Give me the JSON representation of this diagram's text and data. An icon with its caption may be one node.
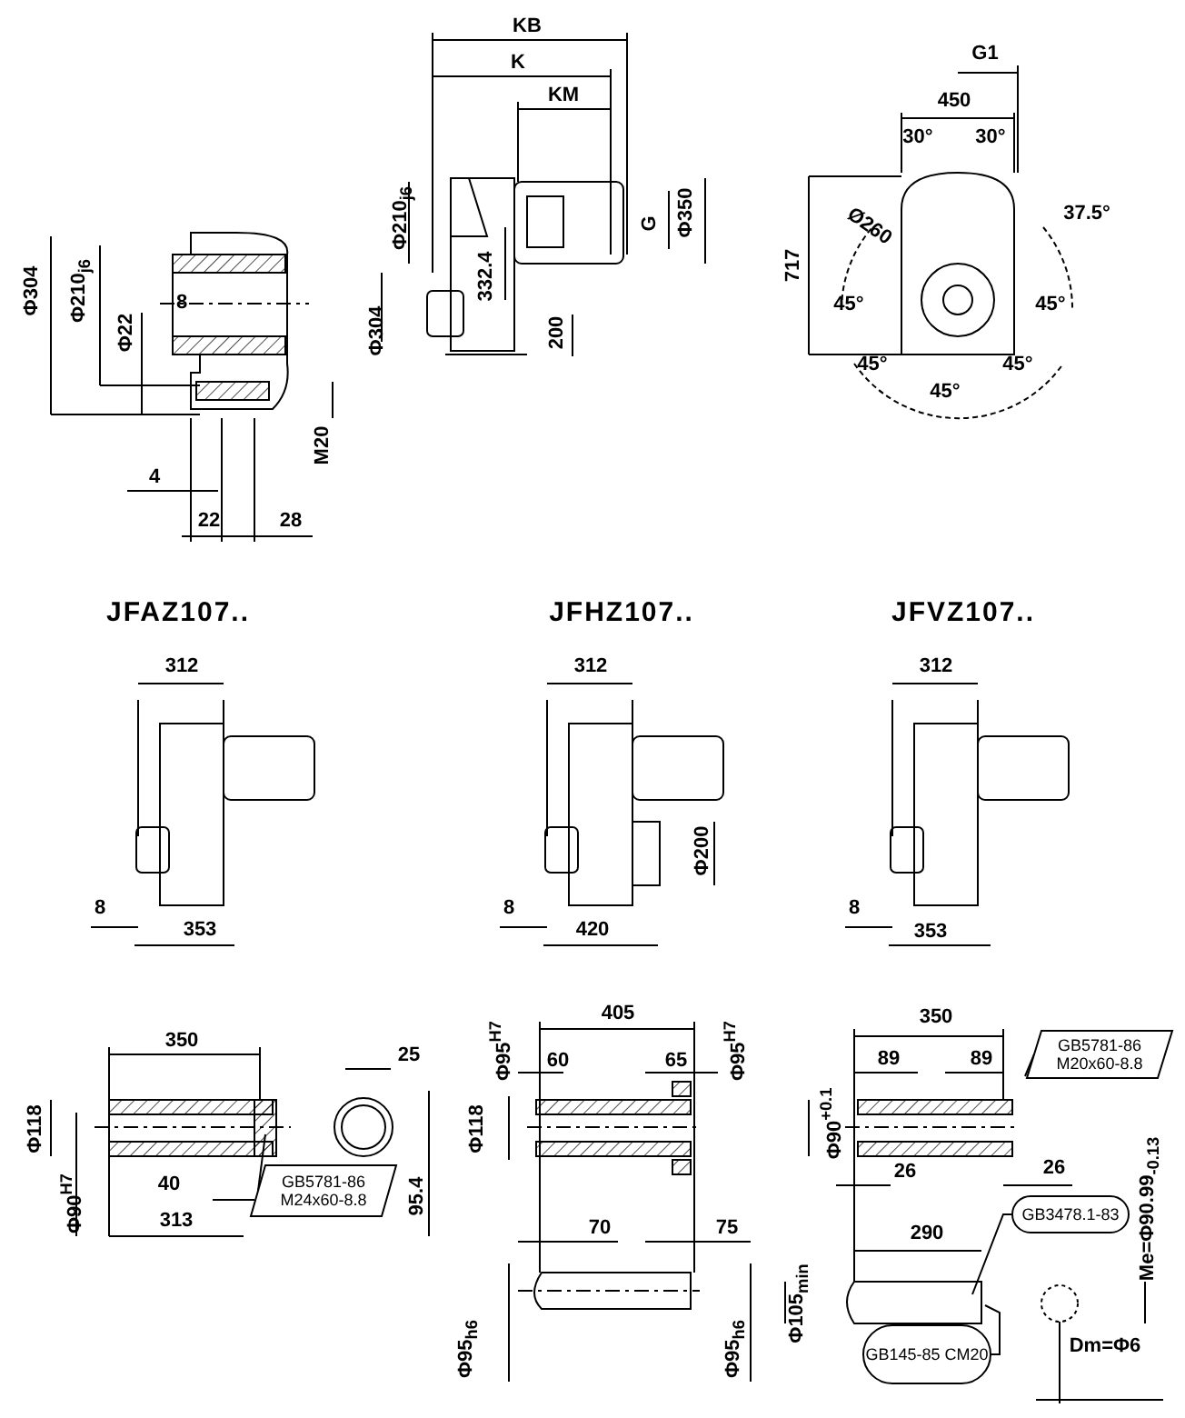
{
  "diagram": {
    "nodes": [
      {
        "text": [
          "GB5781-86 M24x60-8.8"
        ]
      },
      {
        "text": [
          "GB5781-86 M20x60-8.8"
        ]
      },
      {
        "text": [
          "GB3478.1-83"
        ]
      },
      {
        "text": [
          "GB145-85 CM20"
        ]
      }
    ],
    "edges": [
      {
        "from": 0,
        "to": null,
        "arrow": "none"
      },
      {
        "from": 1,
        "to": null,
        "arrow": "none"
      },
      {
        "from": 2,
        "to": null,
        "arrow": "none"
      },
      {
        "from": 3,
        "to": null,
        "arrow": "none"
      }
    ],
    "labels": [
      "KB",
      "K",
      "KM",
      "G1",
      "450",
      "30°",
      "30°",
      "Φ304",
      "Φ210$_{j6}$",
      "Φ210$_{j6}$",
      "37.5°",
      "Ø260",
      "G",
      "Φ350",
      "717",
      "332.4",
      "8",
      "Φ22",
      "Φ304",
      "200",
      "45°",
      "45°",
      "45°",
      "45°",
      "45°",
      "M20",
      "4",
      "22",
      "28",
      "JFAZ107..",
      "JFHZ107..",
      "JFVZ107..",
      "312",
      "312",
      "312",
      "Φ200",
      "8",
      "353",
      "8",
      "420",
      "8",
      "353",
      "405",
      "350",
      "350",
      "Φ95$^{H7}$",
      "Φ95$^{H7}$",
      "25",
      "60",
      "65",
      "89",
      "89",
      "Φ118",
      "Φ118",
      "Φ90$^{+0.1}$",
      "Φ90$^{H7}$",
      "40",
      "26",
      "26",
      "313",
      "95.4",
      "Me=Φ90.99$_{-0.13}$",
      "70",
      "75",
      "290",
      "Φ105$_{min}$",
      "Φ95$_{h6}$",
      "Φ95$_{h6}$",
      "Dm=Φ6"
    ]
  }
}
